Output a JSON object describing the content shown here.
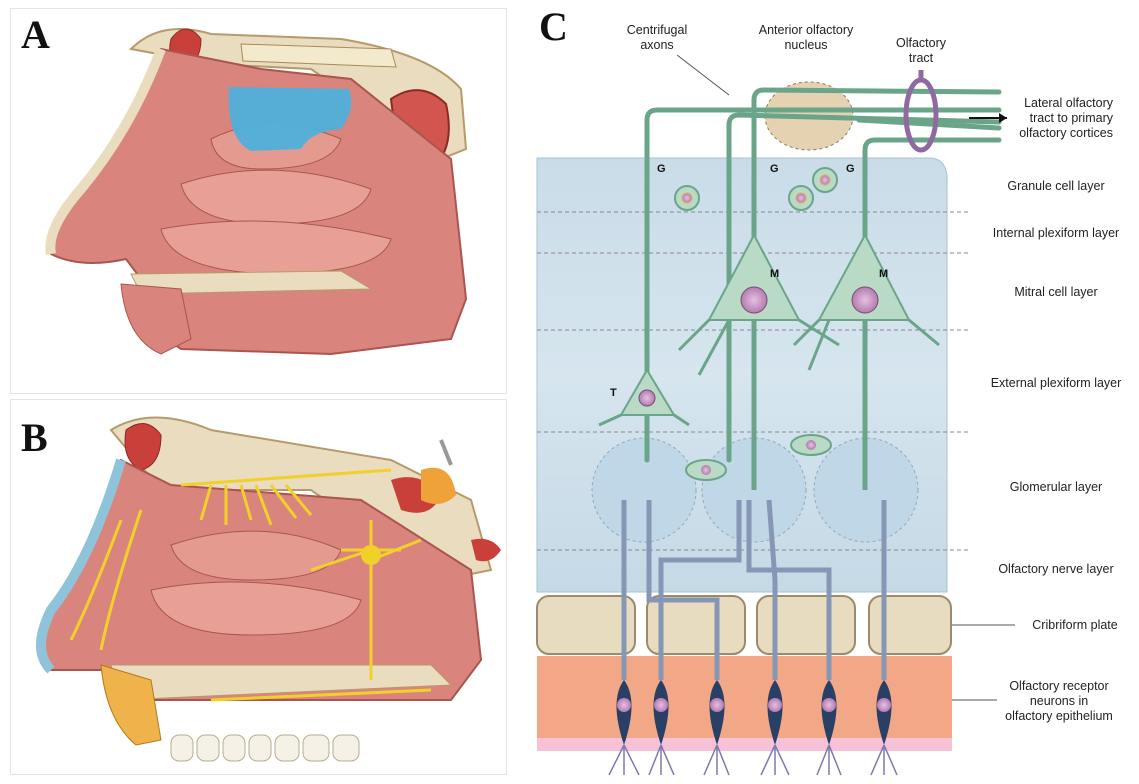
{
  "panels": {
    "a": {
      "letter": "A"
    },
    "b": {
      "letter": "B"
    },
    "c": {
      "letter": "C"
    }
  },
  "diagram": {
    "top_labels": {
      "centrifugal": [
        "Centrifugal",
        "axons"
      ],
      "anterior": [
        "Anterior olfactory",
        "nucleus"
      ],
      "tract": [
        "Olfactory",
        "tract"
      ],
      "lateral": [
        "Lateral olfactory",
        "tract to primary",
        "olfactory cortices"
      ]
    },
    "layers": [
      "Granule cell layer",
      "Internal plexiform layer",
      "Mitral cell layer",
      "External plexiform layer",
      "Glomerular layer",
      "Olfactory nerve layer"
    ],
    "cribriform": "Cribriform plate",
    "receptor": [
      "Olfactory receptor",
      "neurons in",
      "olfactory epithelium"
    ],
    "cell_letters": {
      "g1": "G",
      "g2": "G",
      "g3": "G",
      "m1": "M",
      "m2": "M",
      "t": "T"
    },
    "colors": {
      "mucosa": "#d9847d",
      "nerve": "#f2d02a",
      "bone": "#e9dcbf",
      "highlight": "#4fb0dc",
      "bulb": "#cfe0ea",
      "green_cell": "#6aa58a",
      "receptor_cell": "#2a3f66",
      "epithelium": "#f2a886"
    }
  }
}
